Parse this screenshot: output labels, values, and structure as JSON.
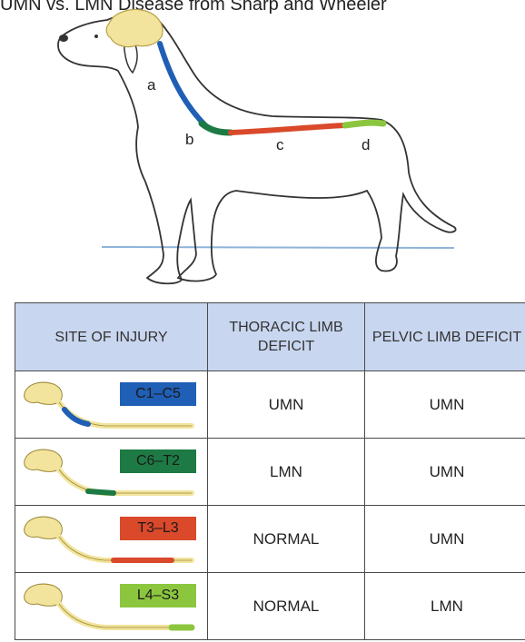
{
  "caption": "UMN vs. LMN Disease from Sharp and Wheeler",
  "segments": {
    "a": "a",
    "b": "b",
    "c": "c",
    "d": "d"
  },
  "table": {
    "headers": {
      "site": "SITE OF INJURY",
      "thoracic": "THORACIC LIMB DEFICIT",
      "pelvic": "PELVIC LIMB DEFICIT"
    },
    "rows": [
      {
        "site": "C1–C5",
        "thoracic": "UMN",
        "pelvic": "UMN"
      },
      {
        "site": "C6–T2",
        "thoracic": "LMN",
        "pelvic": "UMN"
      },
      {
        "site": "T3–L3",
        "thoracic": "NORMAL",
        "pelvic": "UMN"
      },
      {
        "site": "L4–S3",
        "thoracic": "NORMAL",
        "pelvic": "LMN"
      }
    ]
  },
  "colors": {
    "c1_c5": "#1f5fb5",
    "c6_t2": "#1d7a44",
    "t3_l3": "#d9492a",
    "l4_s3": "#8cc63f",
    "header_bg": "#c8d6ef",
    "brain": "#f2e49c"
  }
}
